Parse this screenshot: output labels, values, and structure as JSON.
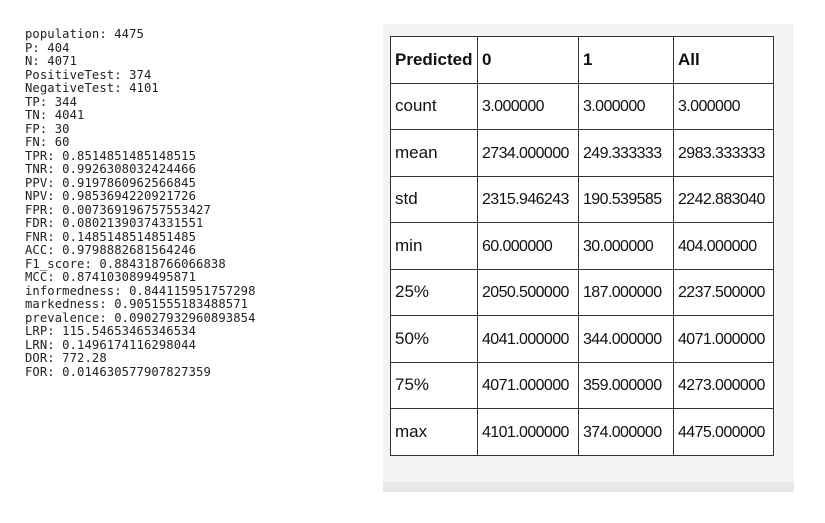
{
  "metrics": [
    "population: 4475",
    "P: 404",
    "N: 4071",
    "PositiveTest: 374",
    "NegativeTest: 4101",
    "TP: 344",
    "TN: 4041",
    "FP: 30",
    "FN: 60",
    "TPR: 0.8514851485148515",
    "TNR: 0.9926308032424466",
    "PPV: 0.9197860962566845",
    "NPV: 0.9853694220921726",
    "FPR: 0.007369196757553427",
    "FDR: 0.08021390374331551",
    "FNR: 0.1485148514851485",
    "ACC: 0.9798882681564246",
    "F1_score: 0.884318766066838",
    "MCC: 0.8741030899495871",
    "informedness: 0.844115951757298",
    "markedness: 0.9051555183488571",
    "prevalence: 0.09027932960893854",
    "LRP: 115.54653465346534",
    "LRN: 0.1496174116298044",
    "DOR: 772.28",
    "FOR: 0.014630577907827359"
  ],
  "table": {
    "header": [
      "Predicted",
      "0",
      "1",
      "All"
    ],
    "rows": [
      {
        "label": "count",
        "values": [
          "3.000000",
          "3.000000",
          "3.000000"
        ]
      },
      {
        "label": "mean",
        "values": [
          "2734.000000",
          "249.333333",
          "2983.333333"
        ]
      },
      {
        "label": "std",
        "values": [
          "2315.946243",
          "190.539585",
          "2242.883040"
        ]
      },
      {
        "label": "min",
        "values": [
          "60.000000",
          "30.000000",
          "404.000000"
        ]
      },
      {
        "label": "25%",
        "values": [
          "2050.500000",
          "187.000000",
          "2237.500000"
        ]
      },
      {
        "label": "50%",
        "values": [
          "4041.000000",
          "344.000000",
          "4071.000000"
        ]
      },
      {
        "label": "75%",
        "values": [
          "4071.000000",
          "359.000000",
          "4273.000000"
        ]
      },
      {
        "label": "max",
        "values": [
          "4101.000000",
          "374.000000",
          "4475.000000"
        ]
      }
    ]
  }
}
